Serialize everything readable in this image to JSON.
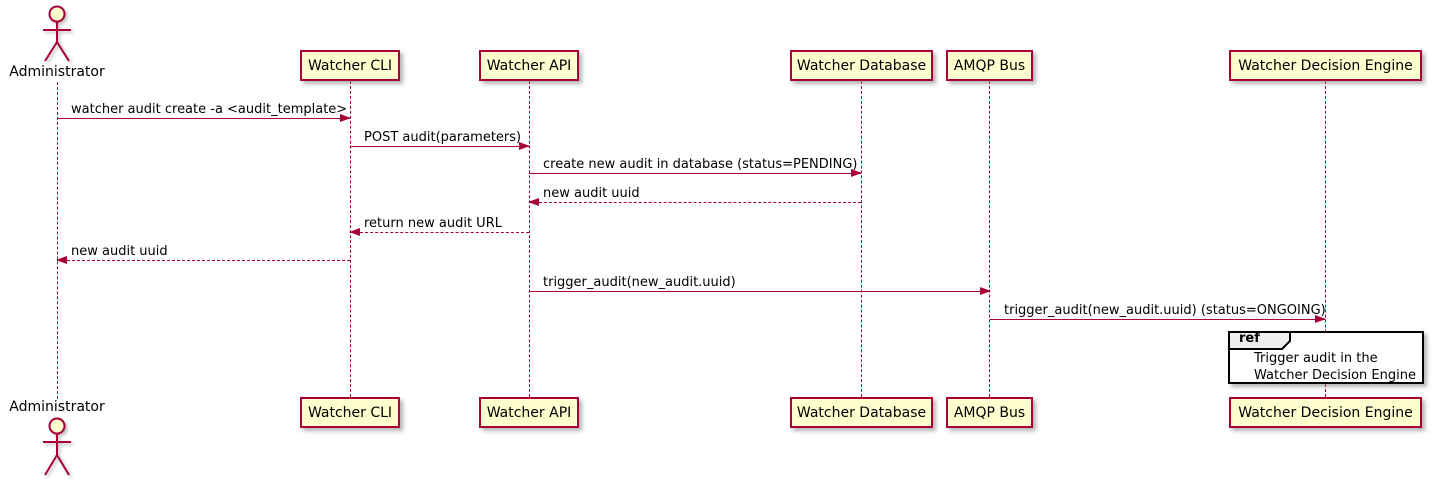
{
  "diagram_type": "uml-sequence",
  "actor": {
    "name": "Administrator"
  },
  "participants": [
    {
      "name": "Watcher CLI"
    },
    {
      "name": "Watcher API"
    },
    {
      "name": "Watcher Database"
    },
    {
      "name": "AMQP Bus"
    },
    {
      "name": "Watcher Decision Engine"
    }
  ],
  "messages": [
    {
      "label": "watcher audit create -a <audit_template>",
      "from": "Administrator",
      "to": "Watcher CLI",
      "line": "solid",
      "direction": "right"
    },
    {
      "label": "POST audit(parameters)",
      "from": "Watcher CLI",
      "to": "Watcher API",
      "line": "solid",
      "direction": "right"
    },
    {
      "label": "create new audit in database (status=PENDING)",
      "from": "Watcher API",
      "to": "Watcher Database",
      "line": "solid",
      "direction": "right"
    },
    {
      "label": "new audit uuid",
      "from": "Watcher Database",
      "to": "Watcher API",
      "line": "dashed",
      "direction": "left"
    },
    {
      "label": "return new audit URL",
      "from": "Watcher API",
      "to": "Watcher CLI",
      "line": "dashed",
      "direction": "left"
    },
    {
      "label": "new audit uuid",
      "from": "Watcher CLI",
      "to": "Administrator",
      "line": "dashed",
      "direction": "left"
    },
    {
      "label": "trigger_audit(new_audit.uuid)",
      "from": "Watcher API",
      "to": "AMQP Bus",
      "line": "solid",
      "direction": "right"
    },
    {
      "label": "trigger_audit(new_audit.uuid) (status=ONGOING)",
      "from": "AMQP Bus",
      "to": "Watcher Decision Engine",
      "line": "solid",
      "direction": "right"
    }
  ],
  "ref": {
    "keyword": "ref",
    "lines": [
      "Trigger audit in the",
      "Watcher Decision Engine"
    ]
  },
  "colors": {
    "stroke": "#A80036",
    "participant_fill": "#FEFECE",
    "ref_border": "#000000",
    "ref_tab_fill": "#EEEEEE"
  }
}
